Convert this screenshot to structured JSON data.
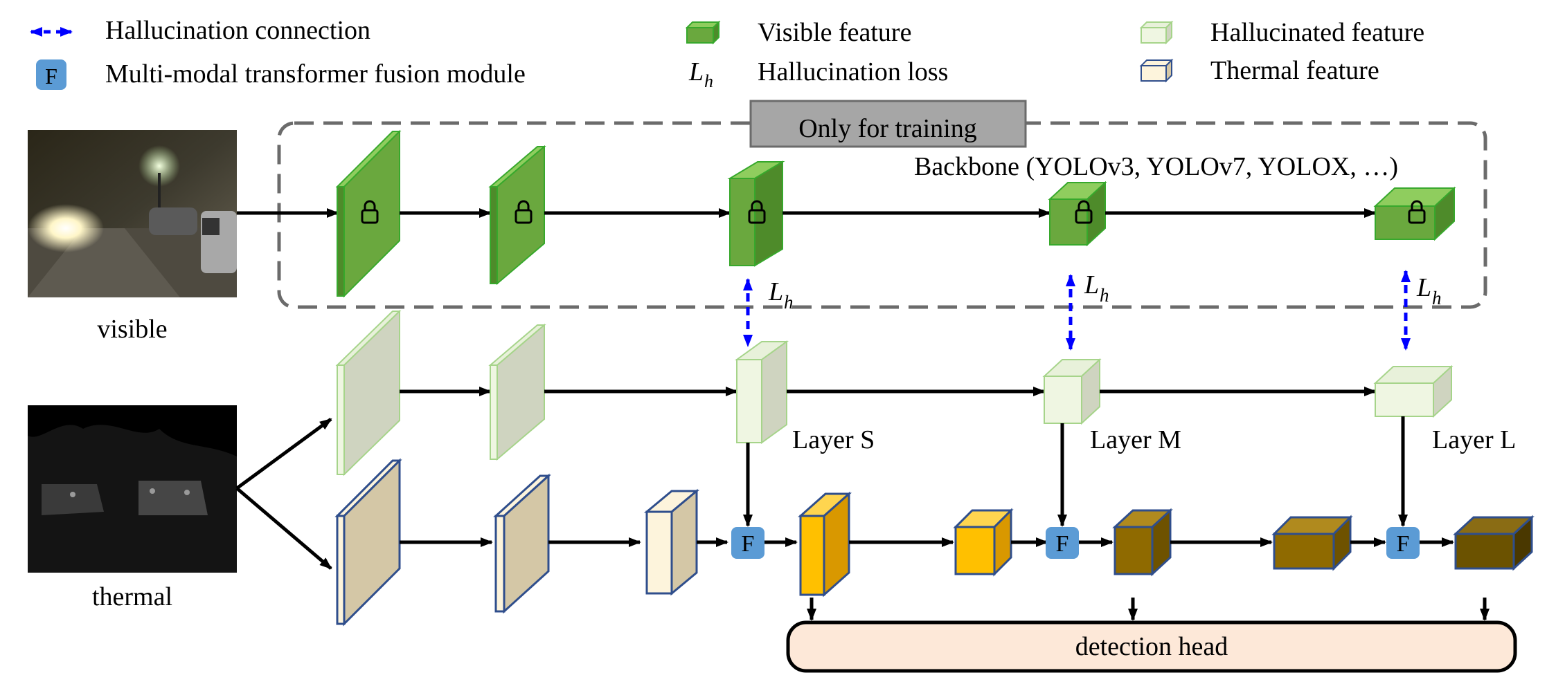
{
  "legend": {
    "hallucination_connection": "Hallucination connection",
    "fusion_module_badge": "F",
    "fusion_module": "Multi-modal transformer fusion module",
    "visible_feature": "Visible feature",
    "hallucination_loss_symbol": "L",
    "hallucination_loss_subscript": "h",
    "hallucination_loss": "Hallucination loss",
    "hallucinated_feature": "Hallucinated feature",
    "thermal_feature": "Thermal feature"
  },
  "training_box_label": "Only for training",
  "backbone_label": "Backbone (YOLOv3, YOLOv7, YOLOX, …)",
  "inputs": {
    "visible_caption": "visible",
    "thermal_caption": "thermal"
  },
  "loss_label": {
    "symbol": "L",
    "subscript": "h"
  },
  "fusion_badge": "F",
  "layers": {
    "s": "Layer S",
    "m": "Layer M",
    "l": "Layer L"
  },
  "detection_head": "detection head",
  "colors": {
    "visible_front": "#6aa83e",
    "visible_side": "#4e8b2a",
    "visible_top": "#8fcd5e",
    "visible_edge": "#37a82c",
    "hallucinated_front": "#eff6e2",
    "hallucinated_side": "#cfd4c0",
    "hallucinated_edge": "#a6d48a",
    "thermal_front": "#fdf4dc",
    "thermal_side": "#d4c7a6",
    "thermal_edge": "#2f4e8c",
    "fusion_blue": "#5b9bd5",
    "hallucination_arrow": "#0000ff",
    "head_fill": "#fde8d8",
    "orange_front": "#ffc000",
    "orange_side": "#d99800",
    "brown_front": "#8f6a00",
    "dark_brown_front": "#6b5200"
  }
}
